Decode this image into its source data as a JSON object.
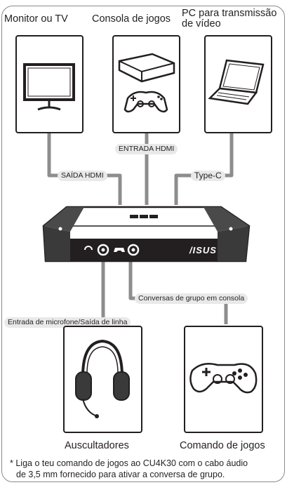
{
  "labels": {
    "monitor": "Monitor ou TV",
    "console": "Consola de jogos",
    "pc_line1": "PC para transmissão",
    "pc_line2": "de vídeo",
    "headphones": "Auscultadores",
    "gamepad": "Comando de jogos"
  },
  "connectors": {
    "hdmi_in": "ENTRADA HDMI",
    "hdmi_out": "SAÍDA HDMI",
    "typec": "Type-C",
    "group_chat": "Conversas de grupo em consola",
    "mic_line": "Entrada de microfone/Saída de linha"
  },
  "device": {
    "brand": "/ISUS"
  },
  "footnote": {
    "line1": "* Liga o teu comando de jogos ao CU4K30 com o cabo áudio",
    "line2": "de 3,5 mm fornecido para ativar a conversa de grupo."
  },
  "colors": {
    "cable": "#8d8d8d",
    "pill_bg": "#e9e9e9",
    "ink": "#231f20"
  }
}
